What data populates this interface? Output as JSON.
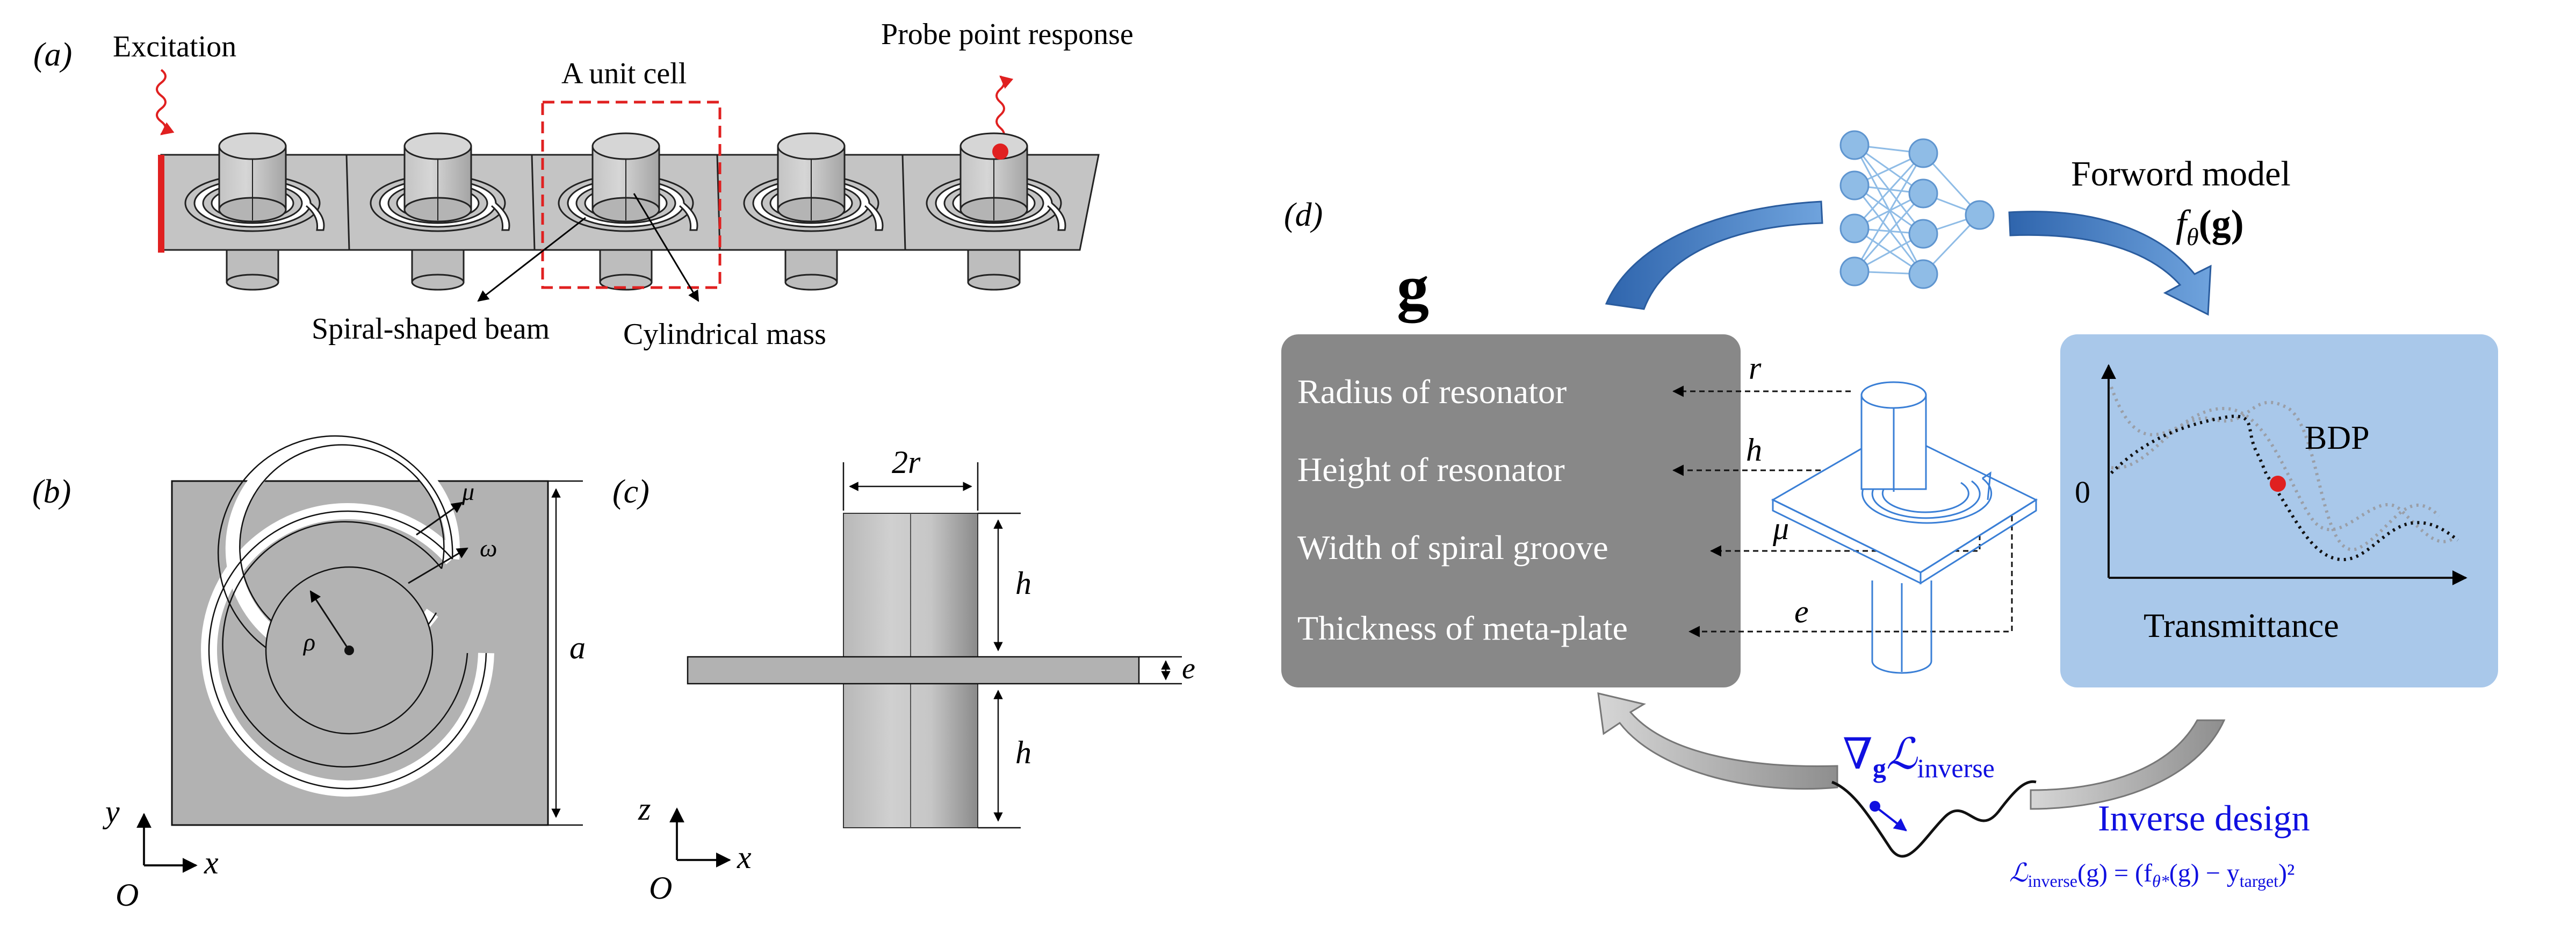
{
  "panel_a": {
    "label": "(a)",
    "excitation": "Excitation",
    "unit_cell": "A unit cell",
    "probe": "Probe point response",
    "spiral_beam": "Spiral-shaped beam",
    "cyl_mass": "Cylindrical mass"
  },
  "panel_b": {
    "label": "(b)",
    "mu": "μ",
    "omega": "ω",
    "rho": "ρ",
    "a": "a",
    "y": "y",
    "x": "x",
    "origin": "O"
  },
  "panel_c": {
    "label": "(c)",
    "two_r": "2r",
    "h_top": "h",
    "h_bottom": "h",
    "e": "e",
    "z": "z",
    "x": "x",
    "origin": "O"
  },
  "panel_d": {
    "label": "(d)",
    "g": "g",
    "params": [
      {
        "label": "Radius of resonator",
        "symbol": "r"
      },
      {
        "label": "Height of resonator",
        "symbol": "h"
      },
      {
        "label": "Width of spiral groove",
        "symbol": "μ"
      },
      {
        "label": "Thickness of meta-plate",
        "symbol": "e"
      }
    ],
    "forward_title": "Forword model",
    "forward_fn_base": "f",
    "forward_fn_sub": "θ",
    "forward_fn_arg": "(g)",
    "bdp": "BDP",
    "zero": "0",
    "transmittance": "Transmittance",
    "grad_nabla": "∇",
    "grad_sub": "g",
    "grad_L": "ℒ",
    "grad_L_sub": "inverse",
    "inverse_title": "Inverse design",
    "loss_L": "ℒ",
    "loss_L_sub": "inverse",
    "loss_mid": "(g) = (f",
    "loss_theta": "θ*",
    "loss_g": "(g) − y",
    "loss_target": "target",
    "loss_end": ")²",
    "colors": {
      "gray_box": "#888888",
      "blue_box": "#a9c8ea",
      "arrow_blue": "#3a72b8",
      "nn_node": "#8fbce6",
      "formula_blue": "#1010e0",
      "red": "#e02020"
    }
  }
}
